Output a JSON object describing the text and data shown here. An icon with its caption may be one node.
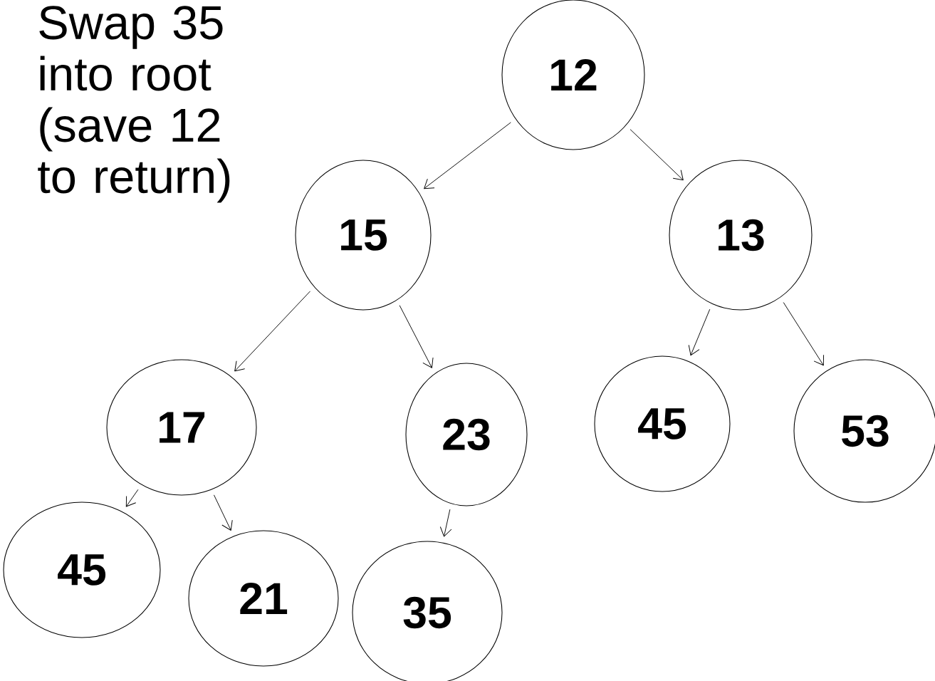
{
  "diagram": {
    "nodes": [
      {
        "text": [
          "12"
        ]
      },
      {
        "text": [
          "15"
        ]
      },
      {
        "text": [
          "13"
        ]
      },
      {
        "text": [
          "17"
        ]
      },
      {
        "text": [
          "23"
        ]
      },
      {
        "text": [
          "45"
        ]
      },
      {
        "text": [
          "53"
        ]
      },
      {
        "text": [
          "45"
        ]
      },
      {
        "text": [
          "21"
        ]
      },
      {
        "text": [
          "35"
        ]
      }
    ],
    "edges": [
      {
        "from": 0,
        "to": 1,
        "arrow": "to"
      },
      {
        "from": 0,
        "to": 2,
        "arrow": "to"
      },
      {
        "from": 1,
        "to": 3,
        "arrow": "to"
      },
      {
        "from": 1,
        "to": 4,
        "arrow": "to"
      },
      {
        "from": 2,
        "to": 5,
        "arrow": "to"
      },
      {
        "from": 2,
        "to": 6,
        "arrow": "to"
      },
      {
        "from": 3,
        "to": 7,
        "arrow": "to"
      },
      {
        "from": 3,
        "to": 8,
        "arrow": "to"
      },
      {
        "from": 4,
        "to": 9,
        "arrow": "to"
      }
    ],
    "labels": [
      "Swap 35 into root (save 12 to return)"
    ]
  }
}
